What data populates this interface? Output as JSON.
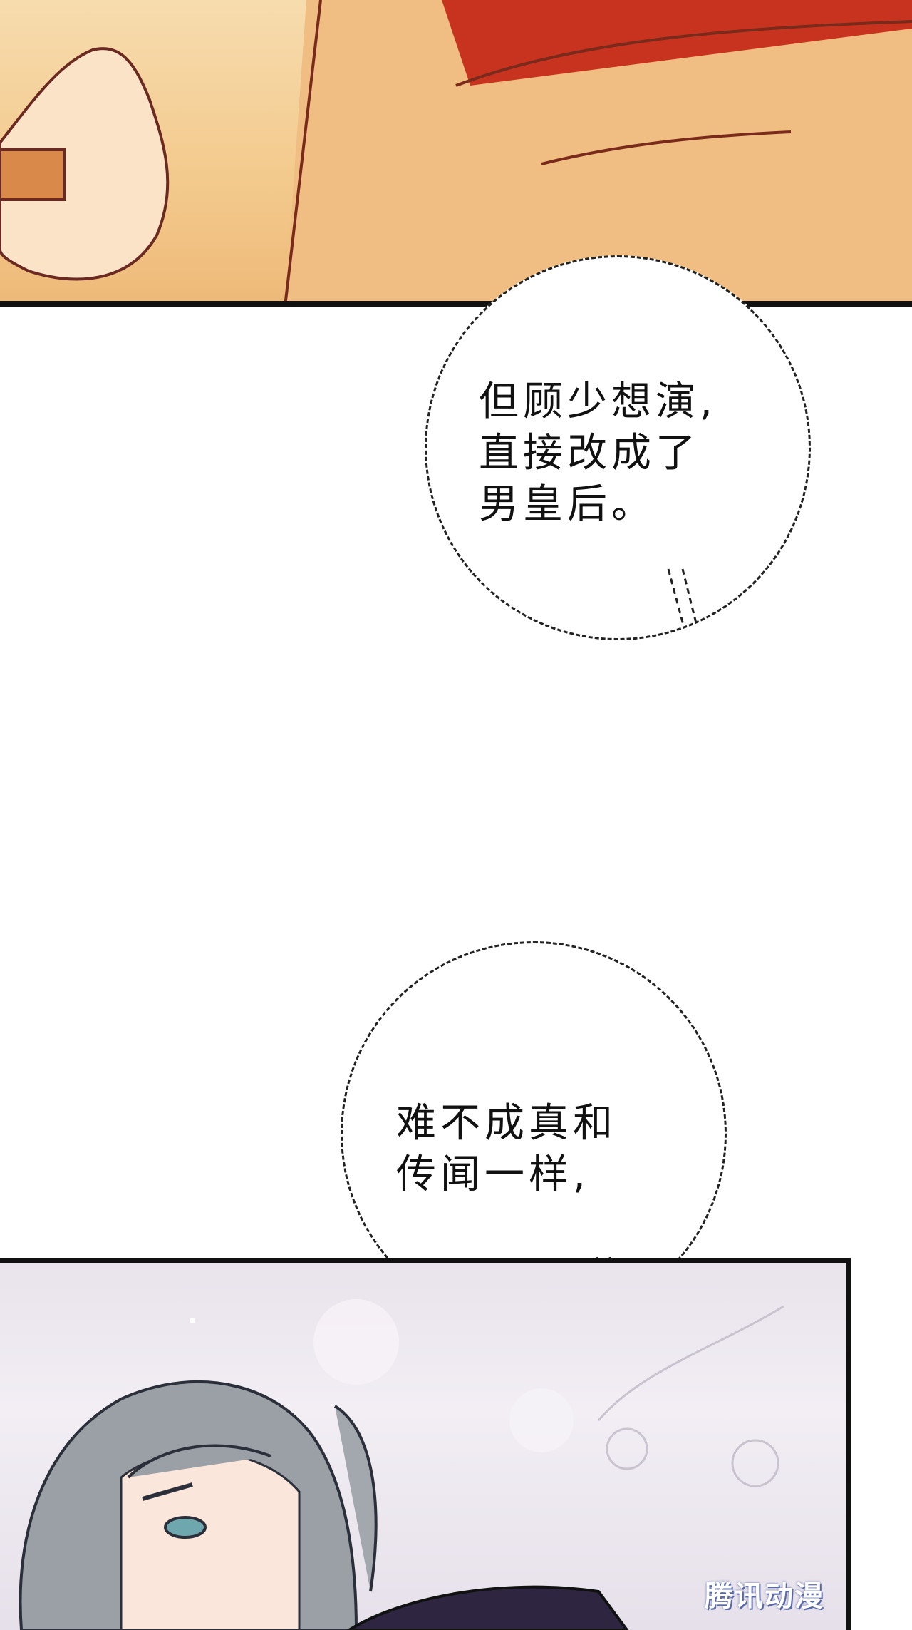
{
  "bubbles": [
    {
      "lines": [
        "但顾少想演,",
        "直接改成了",
        "男皇后。"
      ]
    },
    {
      "lines": [
        "难不成真和",
        "传闻一样,"
      ]
    }
  ],
  "watermark": "腾讯动漫",
  "colors": {
    "top_panel": "#f3c98c",
    "robe_red": "#c8331f",
    "bottom_panel": "#e9e3ec",
    "hair_gray": "#9aa0a6",
    "ink": "#111111"
  }
}
